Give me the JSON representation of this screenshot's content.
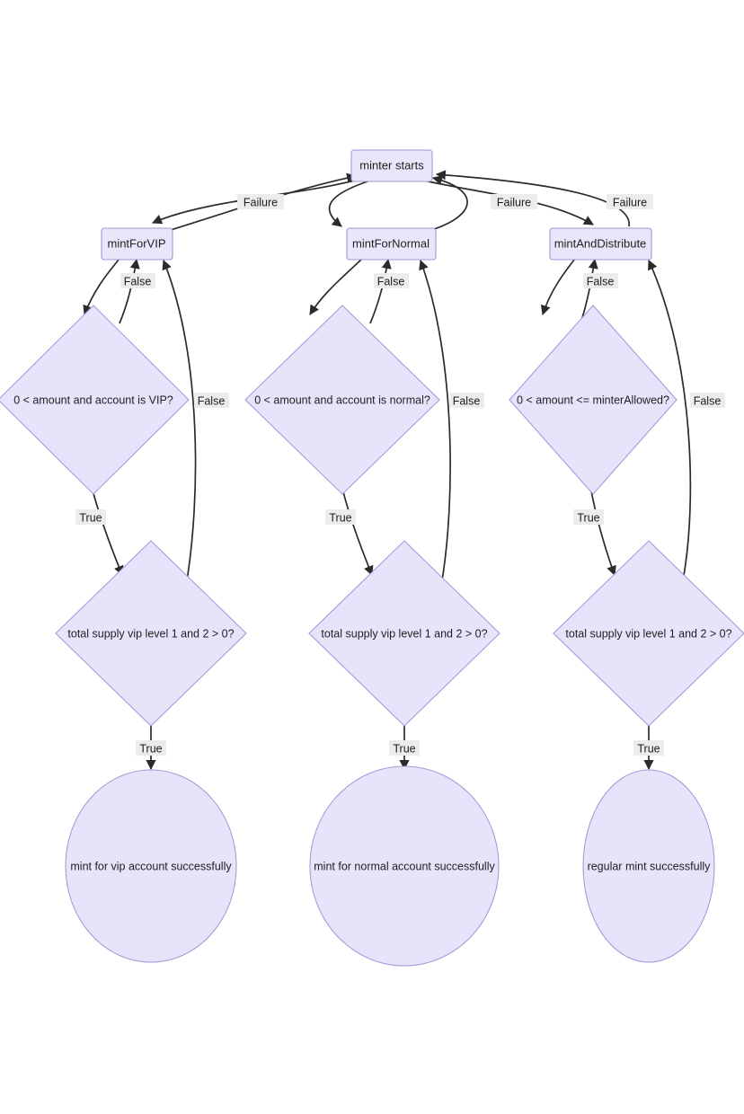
{
  "diagram": {
    "type": "flowchart",
    "title": "",
    "background_color": "#ffffff",
    "node_fill": "#e6e4fb",
    "node_stroke": "#a49cd8",
    "edge_color": "#2b2b2b",
    "edge_label_bg": "#ececec",
    "nodes": [
      {
        "id": "start",
        "shape": "rect",
        "label": "minter starts"
      },
      {
        "id": "mintForVIP",
        "shape": "rect",
        "label": "mintForVIP"
      },
      {
        "id": "mintForNormal",
        "shape": "rect",
        "label": "mintForNormal"
      },
      {
        "id": "mintAndDist",
        "shape": "rect",
        "label": "mintAndDistribute"
      },
      {
        "id": "cond_vip",
        "shape": "diamond",
        "label": "0 < amount and account is VIP?"
      },
      {
        "id": "cond_normal",
        "shape": "diamond",
        "label": "0 < amount and account is normal?"
      },
      {
        "id": "cond_allowed",
        "shape": "diamond",
        "label": "0 < amount <= minterAllowed?"
      },
      {
        "id": "supply_vip",
        "shape": "diamond",
        "label": "total supply vip level 1 and 2 > 0?"
      },
      {
        "id": "supply_normal",
        "shape": "diamond",
        "label": "total supply vip level 1 and 2 > 0?"
      },
      {
        "id": "supply_reg",
        "shape": "diamond",
        "label": "total supply vip level 1 and 2 > 0?"
      },
      {
        "id": "end_vip",
        "shape": "circle",
        "label": "mint for vip account successfully"
      },
      {
        "id": "end_normal",
        "shape": "circle",
        "label": "mint for normal account successfully"
      },
      {
        "id": "end_reg",
        "shape": "circle",
        "label": "regular mint successfully"
      }
    ],
    "edge_labels": {
      "failure_vip": "Failure",
      "failure_normal": "Failure",
      "failure_dist": "Failure",
      "false_vip_cond": "False",
      "false_normal_cond": "False",
      "false_dist_cond": "False",
      "false_vip_supply": "False",
      "false_normal_supply": "False",
      "false_dist_supply": "False",
      "true_vip_cond": "True",
      "true_normal_cond": "True",
      "true_dist_cond": "True",
      "true_vip_supply": "True",
      "true_normal_supply": "True",
      "true_dist_supply": "True"
    },
    "edges": [
      {
        "from": "start",
        "to": "mintForVIP",
        "label": ""
      },
      {
        "from": "start",
        "to": "mintForNormal",
        "label": ""
      },
      {
        "from": "start",
        "to": "mintAndDist",
        "label": ""
      },
      {
        "from": "mintForVIP",
        "to": "start",
        "label": "Failure"
      },
      {
        "from": "mintForNormal",
        "to": "start",
        "label": "Failure"
      },
      {
        "from": "mintAndDist",
        "to": "start",
        "label": "Failure"
      },
      {
        "from": "mintForVIP",
        "to": "cond_vip",
        "label": ""
      },
      {
        "from": "cond_vip",
        "to": "mintForVIP",
        "label": "False"
      },
      {
        "from": "cond_vip",
        "to": "supply_vip",
        "label": "True"
      },
      {
        "from": "supply_vip",
        "to": "mintForVIP",
        "label": "False"
      },
      {
        "from": "supply_vip",
        "to": "end_vip",
        "label": "True"
      },
      {
        "from": "mintForNormal",
        "to": "cond_normal",
        "label": ""
      },
      {
        "from": "cond_normal",
        "to": "mintForNormal",
        "label": "False"
      },
      {
        "from": "cond_normal",
        "to": "supply_normal",
        "label": "True"
      },
      {
        "from": "supply_normal",
        "to": "mintForNormal",
        "label": "False"
      },
      {
        "from": "supply_normal",
        "to": "end_normal",
        "label": "True"
      },
      {
        "from": "mintAndDist",
        "to": "cond_allowed",
        "label": ""
      },
      {
        "from": "cond_allowed",
        "to": "mintAndDist",
        "label": "False"
      },
      {
        "from": "cond_allowed",
        "to": "supply_reg",
        "label": "True"
      },
      {
        "from": "supply_reg",
        "to": "mintAndDist",
        "label": "False"
      },
      {
        "from": "supply_reg",
        "to": "end_reg",
        "label": "True"
      }
    ]
  }
}
